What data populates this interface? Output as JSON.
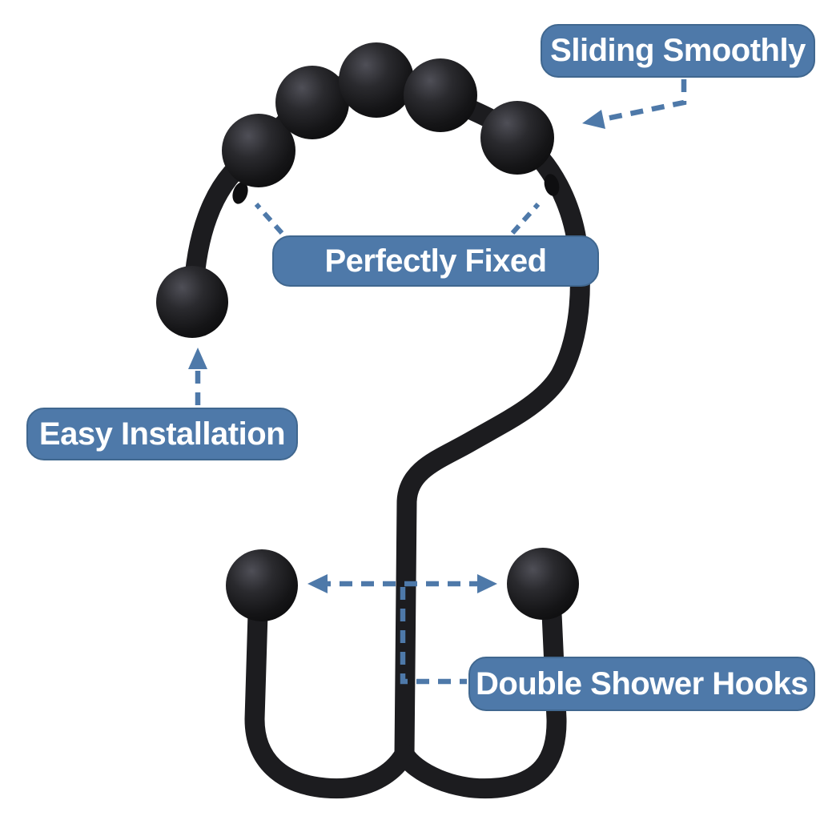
{
  "colors": {
    "accent": "#4e79a9",
    "accent_edge": "#40678f",
    "hook": "#1c1c1f",
    "label_text": "#ffffff",
    "background": "#ffffff"
  },
  "callouts": {
    "sliding_smoothly": "Sliding Smoothly",
    "perfectly_fixed": "Perfectly Fixed",
    "easy_installation": "Easy Installation",
    "double_shower_hooks": "Double Shower Hooks"
  }
}
